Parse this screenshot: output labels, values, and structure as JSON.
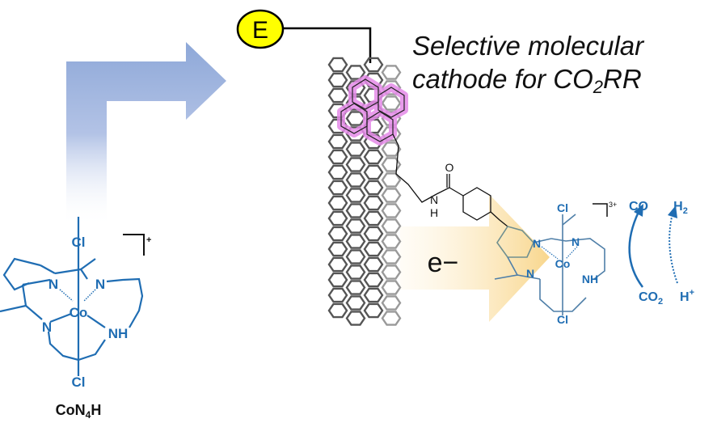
{
  "title": {
    "line1": "Selective molecular",
    "line2_prefix": "cathode for CO",
    "line2_sub": "2",
    "line2_suffix": "RR"
  },
  "electrode_label": "E",
  "electron_label": "e−",
  "left_complex": {
    "name_prefix": "CoN",
    "name_sub": "4",
    "name_suffix": "H",
    "charge": "+",
    "atoms": {
      "cl_top": "Cl",
      "cl_bottom": "Cl",
      "co": "Co",
      "n1": "N",
      "n2": "N",
      "n3": "N",
      "nh": "NH"
    }
  },
  "right_complex": {
    "charge": "3+",
    "atoms": {
      "cl_top": "Cl",
      "cl_bottom": "Cl",
      "co": "Co",
      "n1": "N",
      "n2": "N",
      "n3": "N",
      "nh": "NH"
    },
    "linker": {
      "o": "O",
      "n": "N",
      "h": "H"
    }
  },
  "reactions": {
    "co2": "CO",
    "co2_sub": "2",
    "co": "CO",
    "h_plus": "H",
    "h_plus_sup": "+",
    "h2": "H",
    "h2_sub": "2"
  },
  "colors": {
    "complex_blue": "#1f6db3",
    "arrow_blue": "#8ea8d8",
    "arrow_gold": "#f7cf78",
    "pyrene_pink": "#e58ae8",
    "electrode_yellow": "#ffff00"
  }
}
